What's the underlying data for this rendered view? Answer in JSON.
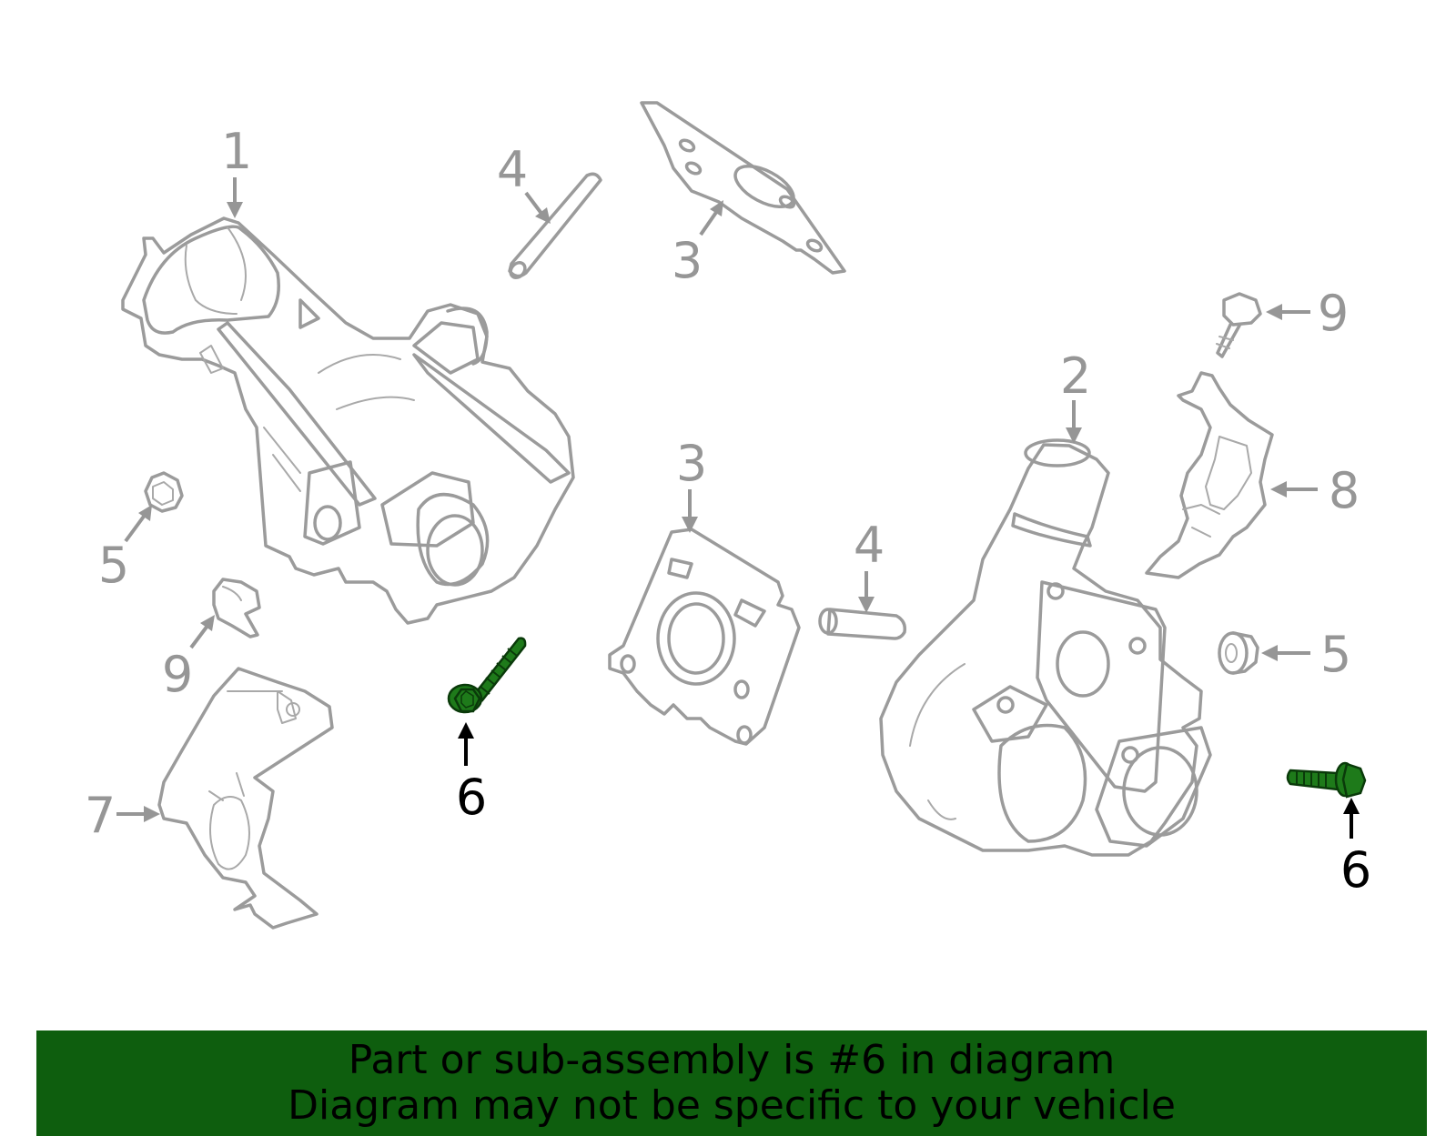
{
  "callouts": [
    {
      "id": "1",
      "label": "1",
      "highlighted": false
    },
    {
      "id": "2",
      "label": "2",
      "highlighted": false
    },
    {
      "id": "3a",
      "label": "3",
      "highlighted": false
    },
    {
      "id": "3b",
      "label": "3",
      "highlighted": false
    },
    {
      "id": "4a",
      "label": "4",
      "highlighted": false
    },
    {
      "id": "4b",
      "label": "4",
      "highlighted": false
    },
    {
      "id": "5a",
      "label": "5",
      "highlighted": false
    },
    {
      "id": "5b",
      "label": "5",
      "highlighted": false
    },
    {
      "id": "6a",
      "label": "6",
      "highlighted": true
    },
    {
      "id": "6b",
      "label": "6",
      "highlighted": true
    },
    {
      "id": "7",
      "label": "7",
      "highlighted": false
    },
    {
      "id": "8",
      "label": "8",
      "highlighted": false
    },
    {
      "id": "9a",
      "label": "9",
      "highlighted": false
    },
    {
      "id": "9b",
      "label": "9",
      "highlighted": false
    }
  ],
  "banner": {
    "line1": "Part or sub-assembly is #6 in diagram",
    "line2": "Diagram may not be specific to your vehicle",
    "background": "#0e5e0e"
  },
  "colors": {
    "part_stroke": "#9b9b9b",
    "label_gray": "#969696",
    "highlight_fill": "#1e7a1a",
    "highlight_label": "#000000"
  }
}
